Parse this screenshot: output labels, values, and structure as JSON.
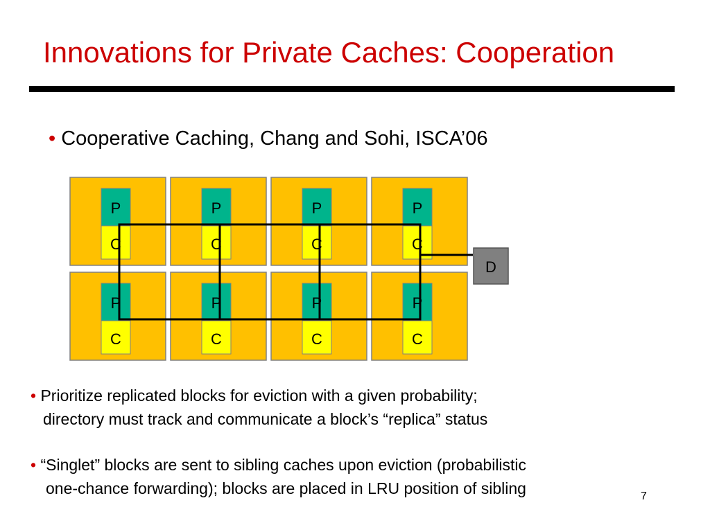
{
  "slide": {
    "title": "Innovations for Private Caches:  Cooperation",
    "subtitle_bullet": "•",
    "subtitle": "Cooperative Caching, Chang and Sohi, ISCA’06",
    "page_number": "7"
  },
  "diagram": {
    "tile_color": "#ffc000",
    "proc_color": "#00b48c",
    "cache_color": "#ffff00",
    "dir_color": "#808080",
    "tiles": [
      {
        "proc": "P",
        "cache": "C"
      },
      {
        "proc": "P",
        "cache": "C"
      },
      {
        "proc": "P",
        "cache": "C"
      },
      {
        "proc": "P",
        "cache": "C"
      },
      {
        "proc": "P",
        "cache": "C"
      },
      {
        "proc": "P",
        "cache": "C"
      },
      {
        "proc": "P",
        "cache": "C"
      },
      {
        "proc": "P",
        "cache": "C"
      }
    ],
    "directory": "D"
  },
  "notes": [
    {
      "bullet": "•",
      "line1": "Prioritize replicated blocks for eviction with a given probability;",
      "line2": "directory must track and communicate a block’s “replica” status"
    },
    {
      "bullet": "•",
      "line1": "“Singlet” blocks are sent to sibling caches upon eviction (probabilistic",
      "line2": "one-chance forwarding); blocks are placed in LRU position of sibling"
    }
  ]
}
